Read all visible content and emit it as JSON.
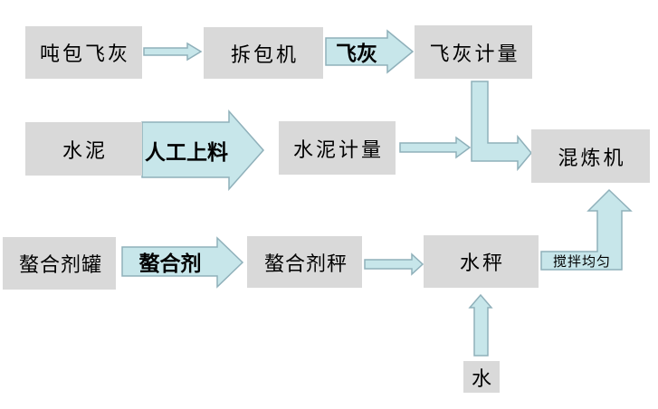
{
  "diagram": {
    "title_hint": "fly-ash solidification process flow",
    "colors": {
      "box_bg": "#d9d9d9",
      "arrow_fill": "#c7e6ea",
      "arrow_stroke": "#8fb0ba",
      "text_color": "#000000",
      "canvas_bg": "#ffffff"
    },
    "nodes": {
      "ton_bag_fly_ash": "吨包飞灰",
      "unpacker": "拆包机",
      "fly_ash_metering": "飞灰计量",
      "cement": "水泥",
      "cement_metering": "水泥计量",
      "mixer": "混炼机",
      "chelating_agent_tank": "螯合剂罐",
      "chelating_agent_scale": "螯合剂秤",
      "water_scale": "水秤",
      "water": "水"
    },
    "arrow_labels": {
      "fly_ash": "飞灰",
      "manual_feeding": "人工上料",
      "chelating_agent": "螯合剂",
      "stir_evenly": "搅拌均匀"
    },
    "edges": [
      "吨包飞灰 → 拆包机",
      "拆包机 →(飞灰) 飞灰计量",
      "飞灰计量 → 混炼机",
      "水泥 →(人工上料) 水泥计量",
      "水泥计量 → 混炼机",
      "螯合剂罐 →(螯合剂) 螯合剂秤",
      "螯合剂秤 → 水秤",
      "水 → 水秤",
      "水秤 →(搅拌均匀) 混炼机"
    ]
  }
}
